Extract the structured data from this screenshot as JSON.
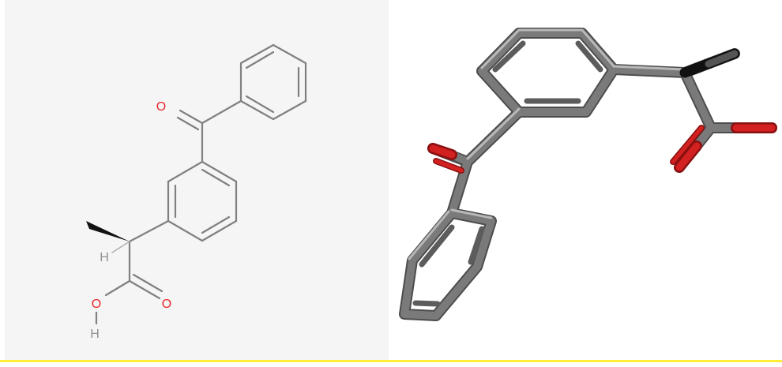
{
  "structure_2d": {
    "atom_labels": {
      "carbonyl_oxygen": "O",
      "acid_carbonyl_oxygen": "O",
      "hydroxyl_oxygen": "O",
      "hydroxyl_hydrogen": "H",
      "chiral_hydrogen": "H"
    },
    "colors": {
      "bond": "#808080",
      "oxygen": "#e8262a",
      "hydrogen": "#909090"
    }
  },
  "structure_3d": {
    "colors": {
      "carbon": "#6e6e6e",
      "oxygen": "#d32020",
      "wedge": "#111111"
    }
  },
  "accent": {
    "bottom_strip": "#ffee33"
  }
}
